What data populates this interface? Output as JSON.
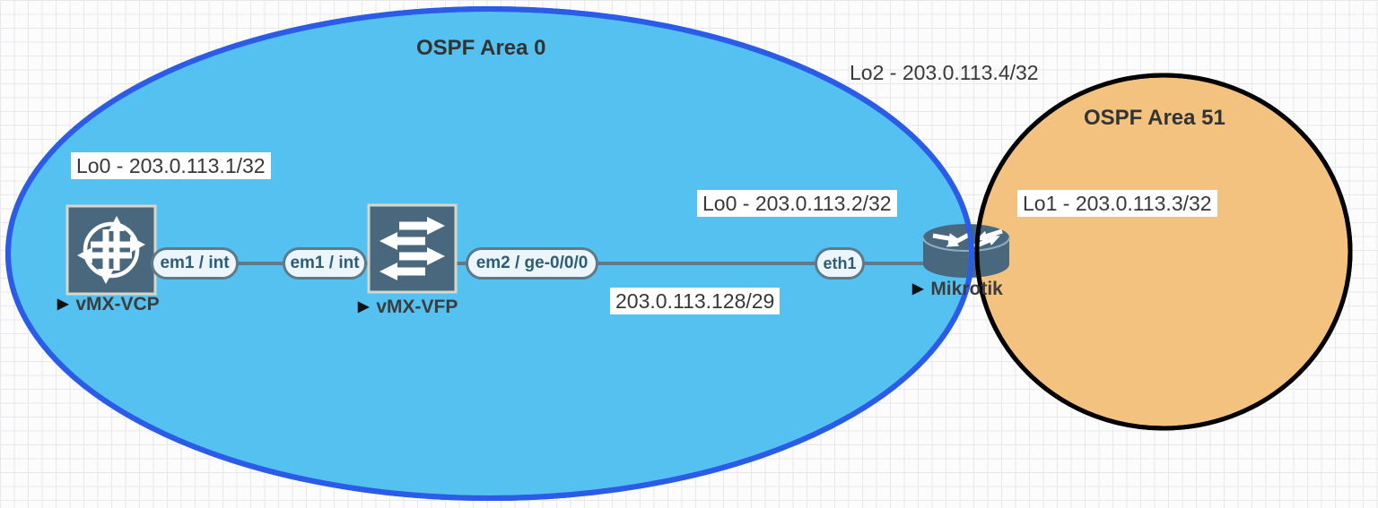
{
  "diagram": {
    "areas": [
      {
        "label": "OSPF Area 0",
        "fill": "#55C1F0",
        "border": "#2B5CE7"
      },
      {
        "label": "OSPF Area 51",
        "fill": "#F4C27F",
        "border": "#000000"
      }
    ],
    "devices": [
      {
        "label": "vMX-VCP",
        "marker": "▶"
      },
      {
        "label": "vMX-VFP",
        "marker": "▶"
      },
      {
        "label": "Mikrotik",
        "marker": "▶"
      }
    ],
    "interface_labels": [
      {
        "label": "em1 / int"
      },
      {
        "label": "em1 / int"
      },
      {
        "label": "em2 / ge-0/0/0"
      },
      {
        "label": "eth1"
      }
    ],
    "ip_labels": [
      {
        "label": "Lo0 - 203.0.113.1/32"
      },
      {
        "label": "Lo0 - 203.0.113.2/32"
      },
      {
        "label": "Lo1 - 203.0.113.3/32"
      },
      {
        "label": "Lo2 - 203.0.113.4/32"
      },
      {
        "label": "203.0.113.128/29"
      }
    ],
    "link_color": "#5C7A8A",
    "device_fill": "#49687E"
  }
}
